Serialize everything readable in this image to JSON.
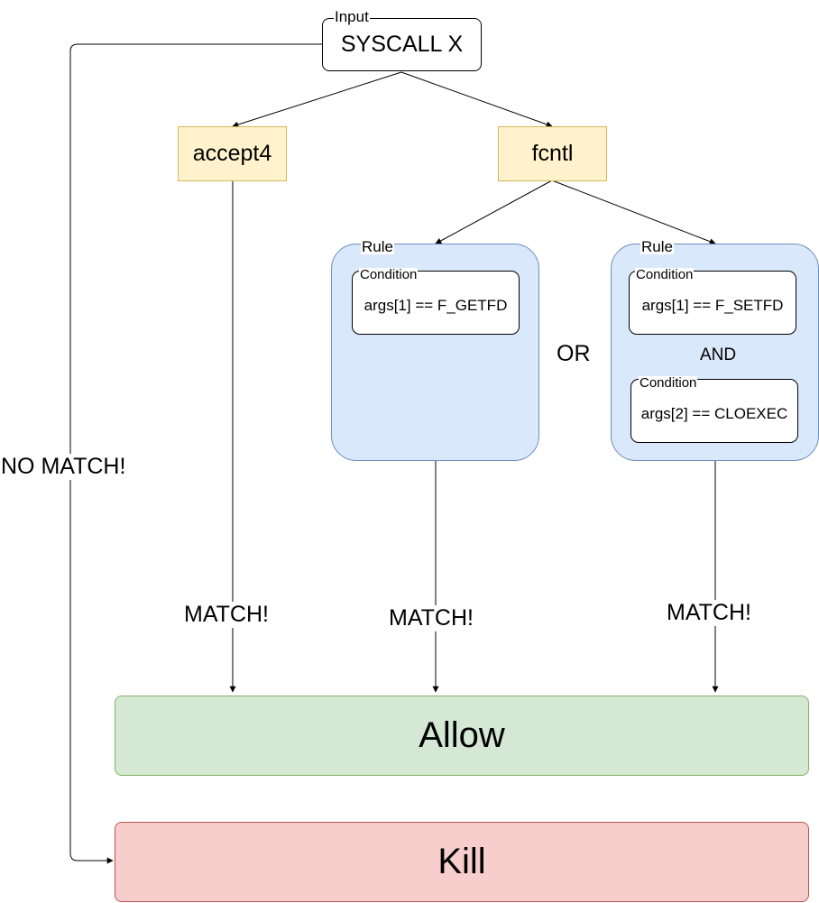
{
  "input": {
    "tag": "Input",
    "label": "SYSCALL X"
  },
  "syscalls": [
    {
      "label": "accept4"
    },
    {
      "label": "fcntl"
    }
  ],
  "rules": [
    {
      "tag": "Rule",
      "conditions": [
        {
          "tag": "Condition",
          "expr": "args[1] == F_GETFD"
        }
      ]
    },
    {
      "tag": "Rule",
      "conditions": [
        {
          "tag": "Condition",
          "expr": "args[1] == F_SETFD"
        },
        {
          "tag": "Condition",
          "expr": "args[2] == CLOEXEC"
        }
      ],
      "joiner": "AND"
    }
  ],
  "rules_joiner": "OR",
  "edge_labels": {
    "match": "MATCH!",
    "no_match": "NO MATCH!"
  },
  "actions": {
    "allow": "Allow",
    "kill": "Kill"
  },
  "colors": {
    "syscall_fill": "#fff2cc",
    "syscall_stroke": "#d6b656",
    "rule_fill": "#dae8fc",
    "rule_stroke": "#6c8ebf",
    "allow_fill": "#d5e8d4",
    "allow_stroke": "#82b366",
    "kill_fill": "#f8cecc",
    "kill_stroke": "#b85450"
  }
}
